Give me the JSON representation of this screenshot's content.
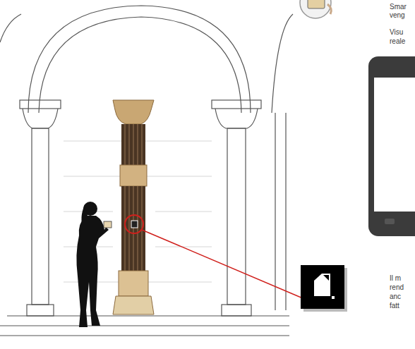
{
  "diagram": {
    "labels": [
      "Smar",
      "veng",
      "Visu",
      "reale",
      "Il m",
      "rend",
      "anc",
      "fatt"
    ]
  }
}
